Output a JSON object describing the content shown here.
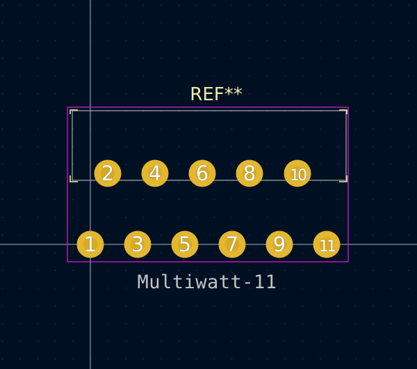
{
  "footprint": {
    "reference": "REF**",
    "value": "Multiwatt-11"
  },
  "pads": {
    "top_row": [
      "2",
      "4",
      "6",
      "8",
      "10"
    ],
    "bottom_row": [
      "1",
      "3",
      "5",
      "7",
      "9",
      "11"
    ]
  },
  "colors": {
    "background": "#001023",
    "grid_dot": "#3a4a5e",
    "pad": "#e3b72e",
    "pad_hole": "#d9a91f",
    "courtyard": "#d21ad2",
    "silkscreen": "#f2eda1",
    "fab": "#a9a9a9",
    "crosshair": "#a9b6c6",
    "pad_number": "#ffffff"
  }
}
